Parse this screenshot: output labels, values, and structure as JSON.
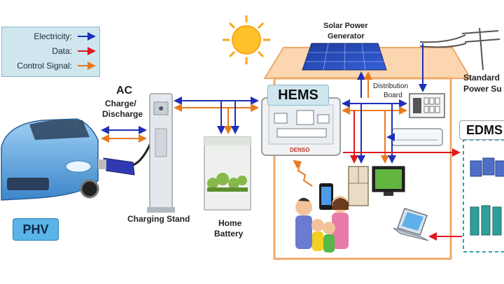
{
  "legend": {
    "items": [
      {
        "label": "Electricity:",
        "color": "#1f2fb8"
      },
      {
        "label": "Data:",
        "color": "#e0191f"
      },
      {
        "label": "Control Signal:",
        "color": "#e87a1e"
      }
    ]
  },
  "labels": {
    "ac": "AC",
    "charge_discharge_1": "Charge/",
    "charge_discharge_2": "Discharge",
    "solar_1": "Solar Power",
    "solar_2": "Generator",
    "hems": "HEMS",
    "distribution_1": "Distribution",
    "distribution_2": "Board",
    "standard_1": "Standard",
    "standard_2": "Power Su",
    "edms": "EDMS",
    "phv": "PHV",
    "charging_stand": "Charging Stand",
    "home_1": "Home",
    "home_2": "Battery",
    "hems_brand": "DENSO"
  },
  "colors": {
    "electricity": "#1f2fb8",
    "data": "#e0191f",
    "control": "#e87a1e",
    "house_outline": "#f0a868",
    "edms_outline": "#33a0a8",
    "phv_badge": "#5ab4e8",
    "hems_badge": "#cfe6ef"
  },
  "icons": [
    "sun-icon",
    "solar-panel-icon",
    "power-pole-icon",
    "car-icon",
    "charging-stand-icon",
    "home-battery-icon",
    "hems-display-icon",
    "distribution-board-icon",
    "air-conditioner-icon",
    "refrigerator-icon",
    "tv-icon",
    "smartphone-icon",
    "family-icon",
    "laptop-icon",
    "server-icon"
  ]
}
